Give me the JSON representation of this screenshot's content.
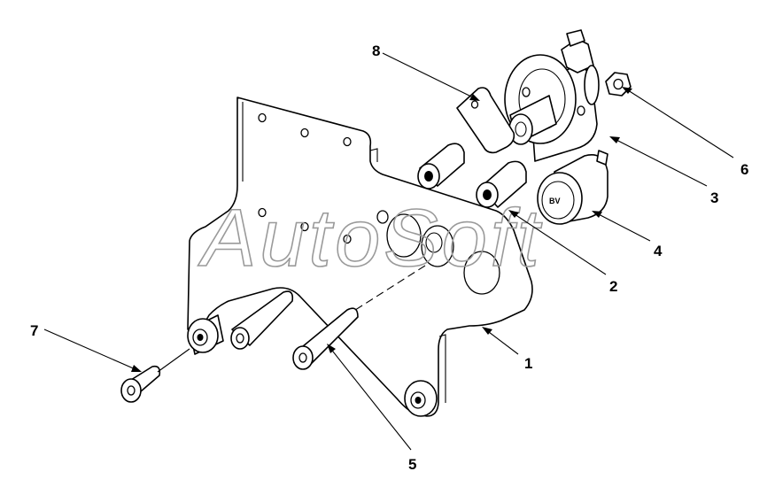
{
  "watermark": "AutoSoft",
  "knob_label": "BV",
  "callouts": [
    {
      "id": "1",
      "label": "1"
    },
    {
      "id": "2",
      "label": "2"
    },
    {
      "id": "3",
      "label": "3"
    },
    {
      "id": "4",
      "label": "4"
    },
    {
      "id": "5",
      "label": "5"
    },
    {
      "id": "6",
      "label": "6"
    },
    {
      "id": "7",
      "label": "7"
    },
    {
      "id": "8",
      "label": "8"
    }
  ]
}
